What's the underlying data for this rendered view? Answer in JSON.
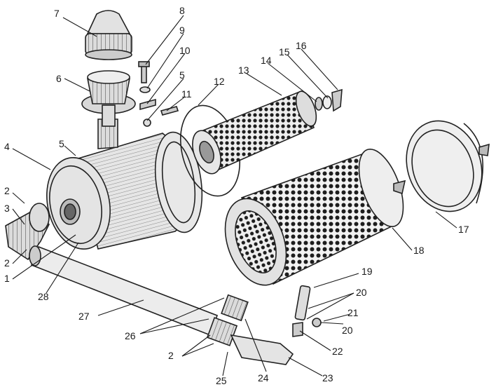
{
  "figure": {
    "callouts": [
      {
        "id": "c1",
        "text": "1"
      },
      {
        "id": "c2a",
        "text": "2"
      },
      {
        "id": "c2b",
        "text": "2"
      },
      {
        "id": "c2c",
        "text": "2"
      },
      {
        "id": "c3",
        "text": "3"
      },
      {
        "id": "c4",
        "text": "4"
      },
      {
        "id": "c5a",
        "text": "5"
      },
      {
        "id": "c5b",
        "text": "5"
      },
      {
        "id": "c6",
        "text": "6"
      },
      {
        "id": "c7",
        "text": "7"
      },
      {
        "id": "c8",
        "text": "8"
      },
      {
        "id": "c9",
        "text": "9"
      },
      {
        "id": "c10",
        "text": "10"
      },
      {
        "id": "c11",
        "text": "11"
      },
      {
        "id": "c12",
        "text": "12"
      },
      {
        "id": "c13",
        "text": "13"
      },
      {
        "id": "c14",
        "text": "14"
      },
      {
        "id": "c15",
        "text": "15"
      },
      {
        "id": "c16",
        "text": "16"
      },
      {
        "id": "c17",
        "text": "17"
      },
      {
        "id": "c18",
        "text": "18"
      },
      {
        "id": "c19",
        "text": "19"
      },
      {
        "id": "c20a",
        "text": "20"
      },
      {
        "id": "c20b",
        "text": "20"
      },
      {
        "id": "c21",
        "text": "21"
      },
      {
        "id": "c22",
        "text": "22"
      },
      {
        "id": "c23",
        "text": "23"
      },
      {
        "id": "c24",
        "text": "24"
      },
      {
        "id": "c25",
        "text": "25"
      },
      {
        "id": "c26",
        "text": "26"
      },
      {
        "id": "c27",
        "text": "27"
      },
      {
        "id": "c28",
        "text": "28"
      }
    ]
  }
}
